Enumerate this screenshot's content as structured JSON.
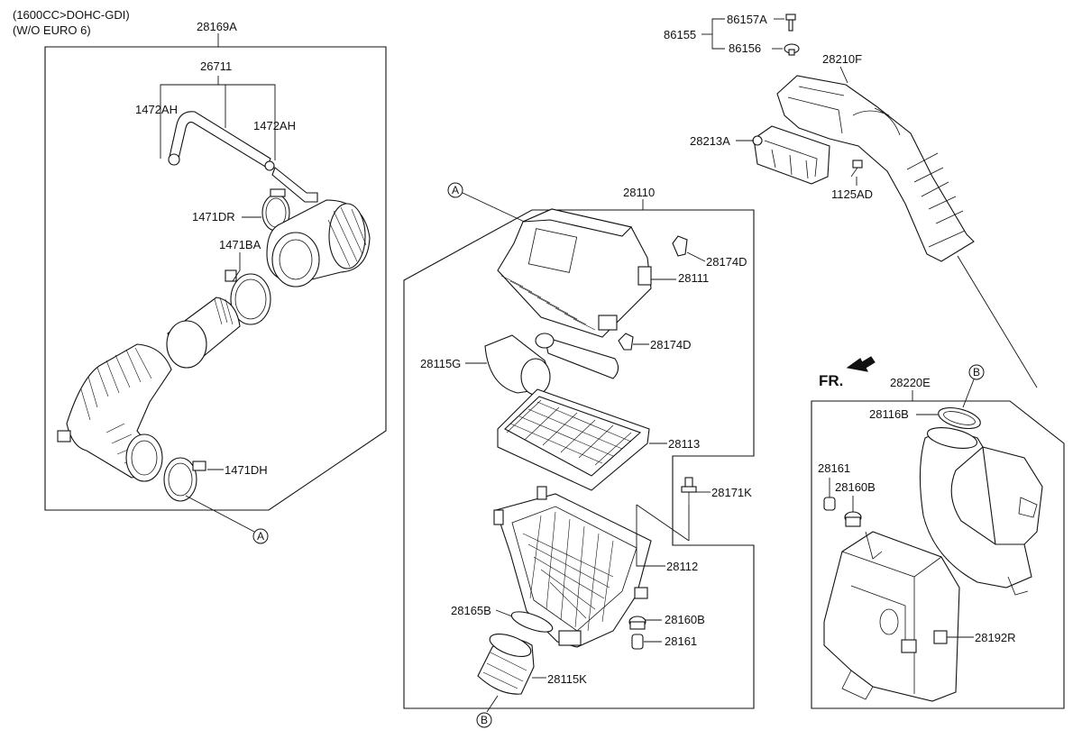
{
  "header": {
    "line1": "(1600CC>DOHC-GDI)",
    "line2": "(W/O EURO 6)"
  },
  "front_indicator": "FR.",
  "callouts": {
    "a": "A",
    "b": "B"
  },
  "labels": {
    "p28169A": "28169A",
    "p26711": "26711",
    "p1472AH_left": "1472AH",
    "p1472AH_right": "1472AH",
    "p1471DR": "1471DR",
    "p1471BA": "1471BA",
    "p1471DH": "1471DH",
    "p28110": "28110",
    "p28174D_top": "28174D",
    "p28111": "28111",
    "p28174D_mid": "28174D",
    "p28115G": "28115G",
    "p28113": "28113",
    "p28171K": "28171K",
    "p28112": "28112",
    "p28165B": "28165B",
    "p28160B_center": "28160B",
    "p28161_center": "28161",
    "p28115K": "28115K",
    "p86157A": "86157A",
    "p86155": "86155",
    "p86156": "86156",
    "p28210F": "28210F",
    "p28213A": "28213A",
    "p1125AD": "1125AD",
    "p28220E": "28220E",
    "p28116B": "28116B",
    "p28161_right": "28161",
    "p28160B_right": "28160B",
    "p28192R": "28192R"
  }
}
